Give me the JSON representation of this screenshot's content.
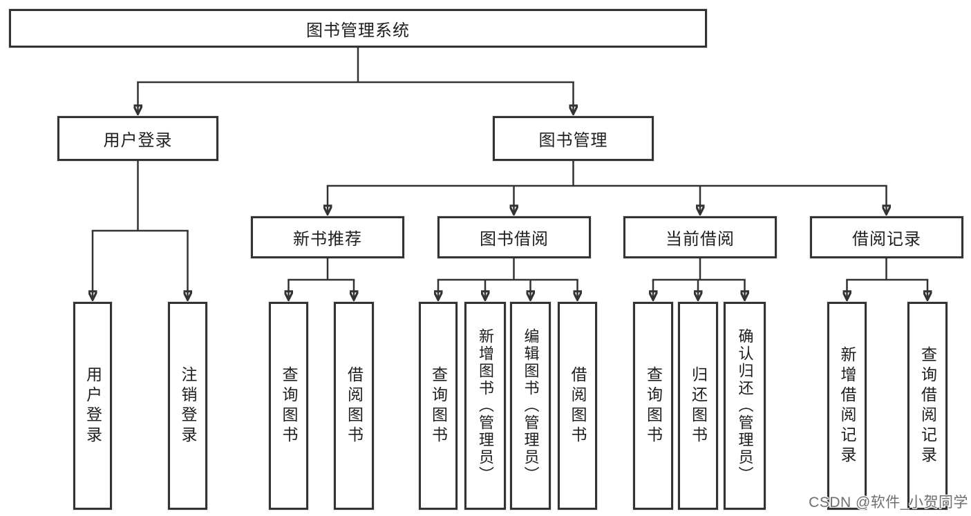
{
  "diagram": {
    "title_node": "图书管理系统",
    "colors": {
      "line": "#333333",
      "border": "#333333",
      "text": "#1e1e1e",
      "background": "#ffffff",
      "watermark": "#6e6e6e"
    },
    "nodes": {
      "root": {
        "label": "图书管理系统"
      },
      "user_login": {
        "label": "用户登录"
      },
      "book_mgmt": {
        "label": "图书管理"
      },
      "new_book_rec": {
        "label": "新书推荐"
      },
      "book_borrow": {
        "label": "图书借阅"
      },
      "current_borrow": {
        "label": "当前借阅"
      },
      "borrow_records": {
        "label": "借阅记录"
      },
      "leaf_user_login": {
        "label": "用户登录"
      },
      "leaf_logout": {
        "label": "注销登录"
      },
      "leaf_nb_query": {
        "label": "查询图书"
      },
      "leaf_nb_borrow": {
        "label": "借阅图书"
      },
      "leaf_bb_query": {
        "label": "查询图书"
      },
      "leaf_bb_add": {
        "label": "新增图书（管理员）"
      },
      "leaf_bb_edit": {
        "label": "编辑图书（管理员）"
      },
      "leaf_bb_borrow": {
        "label": "借阅图书"
      },
      "leaf_cb_query": {
        "label": "查询图书"
      },
      "leaf_cb_return": {
        "label": "归还图书"
      },
      "leaf_cb_confirm": {
        "label": "确认归还（管理员）"
      },
      "leaf_br_add": {
        "label": "新增借阅记录"
      },
      "leaf_br_query": {
        "label": "查询借阅记录"
      }
    },
    "watermark": {
      "text": "CSDN @软件_小贺同学"
    }
  }
}
